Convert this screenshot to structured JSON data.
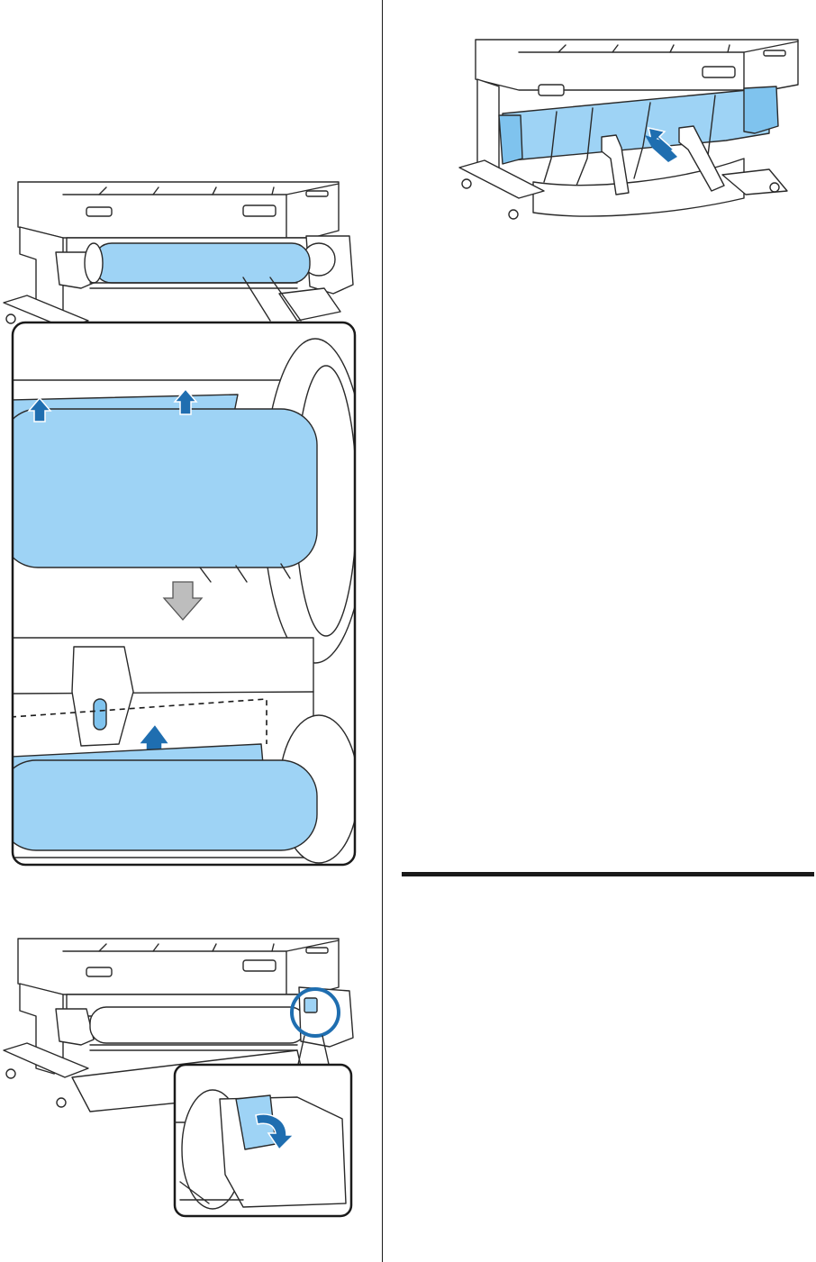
{
  "page": {
    "background": "#ffffff",
    "rule_color": "#1a1a1a"
  },
  "illustrations": [
    {
      "id": "printer-rear-roll-loaded",
      "icon": "printer-icon",
      "accent": "#9ed3f5"
    },
    {
      "id": "paper-edge-lift-detail",
      "icon": "arrow-up-icon",
      "accent": "#1f6eb0"
    },
    {
      "id": "roll-lock-lever-detail",
      "icon": "circle-highlight-icon",
      "accent": "#1f6eb0"
    },
    {
      "id": "basket-attach-hands",
      "icon": "hand-icon",
      "accent": "#9ed3f5"
    }
  ],
  "step_arrow": {
    "icon": "down-arrow-icon",
    "color": "#bdbdbd"
  }
}
